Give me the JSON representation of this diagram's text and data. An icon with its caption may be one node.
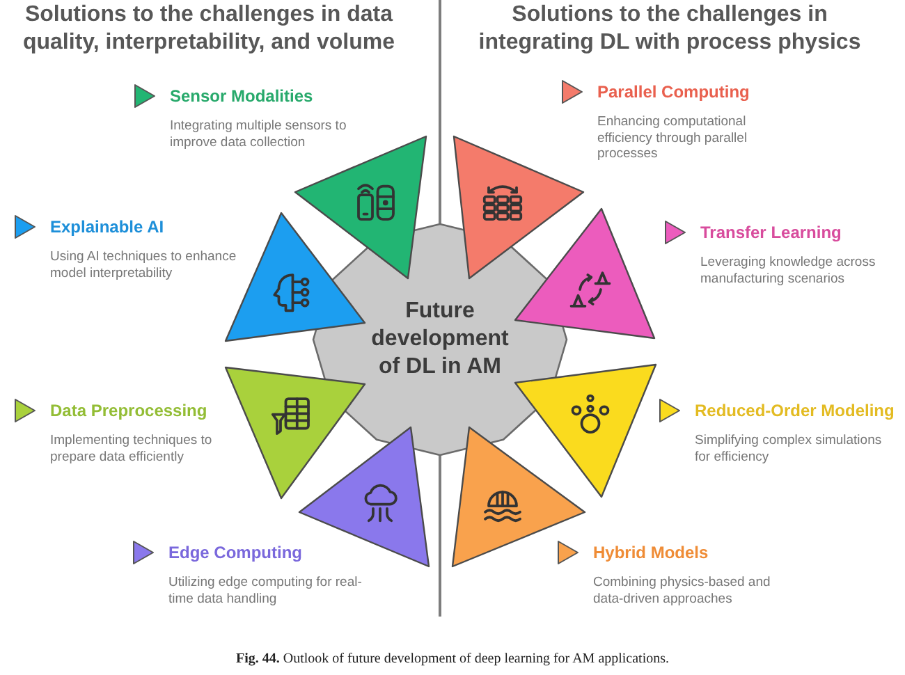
{
  "diagram": {
    "caption": "**Fig. 44.** Outlook of future development of deep learning for AM applications.",
    "nodes": [
      {
        "text": [
          "Future development of DL in AM"
        ]
      },
      {
        "text": [],
        "shape": "triangle",
        "beside": [
          "Sensor Modalities",
          "Integrating multiple sensors to improve data collection"
        ]
      },
      {
        "text": [],
        "shape": "triangle",
        "beside": [
          "Explainable AI",
          "Using AI techniques to enhance model interpretability"
        ]
      },
      {
        "text": [],
        "shape": "triangle",
        "beside": [
          "Data Preprocessing",
          "Implementing techniques to prepare data efficiently"
        ]
      },
      {
        "text": [],
        "shape": "triangle",
        "beside": [
          "Edge Computing",
          "Utilizing edge computing for real-time data handling"
        ]
      },
      {
        "text": [],
        "shape": "triangle",
        "beside": [
          "Parallel Computing",
          "Enhancing computational efficiency through parallel processes"
        ]
      },
      {
        "text": [],
        "shape": "triangle",
        "beside": [
          "Transfer Learning",
          "Leveraging knowledge across manufacturing scenarios"
        ]
      },
      {
        "text": [],
        "shape": "triangle",
        "beside": [
          "Reduced-Order Modeling",
          "Simplifying complex simulations for efficiency"
        ]
      },
      {
        "text": [],
        "shape": "triangle",
        "beside": [
          "Hybrid Models",
          "Combining physics-based and data-driven approaches"
        ]
      }
    ],
    "labels": [
      "Solutions to the challenges in data quality, interpretability, and volume",
      "Solutions to the challenges in integrating DL with process physics"
    ]
  }
}
